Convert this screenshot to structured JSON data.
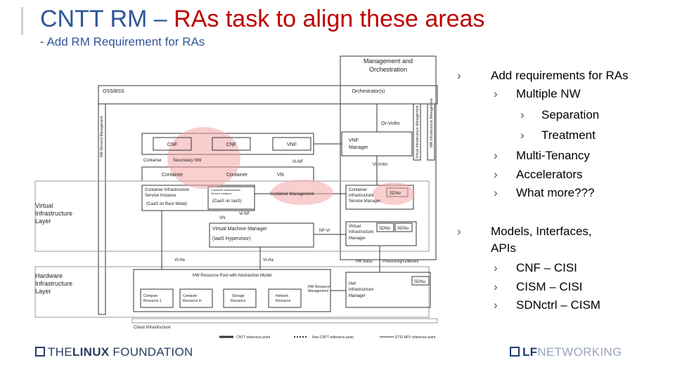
{
  "slide": {
    "title_main": "CNTT RM – ",
    "title_accent": "RAs task to align these areas",
    "subtitle": "- Add RM Requirement for RAs"
  },
  "diagram": {
    "mano_label_1": "Management and",
    "mano_label_2": "Orchestration",
    "oss_bss": "OSS/BSS",
    "orchestrator": "Orchestrator(s)",
    "nw_mgmt_left": "NW Element Management",
    "vim_label": "Virtual Infrastructure Management",
    "nw_infra_mgmt": "NW Infrastructure Management",
    "or_vnfm": "Or-Vnfm",
    "cnf1": "CNF",
    "cnf2": "CNF",
    "vnf": "VNF",
    "vnf_manager_1": "VNF",
    "vnf_manager_2": "Manager",
    "container": "Container",
    "secondary_nw": "Secondary NW",
    "vi_nf": "Vi-NF",
    "vi_vnfm": "Vi-Vnfm",
    "container_a": "Container",
    "container_b": "Container",
    "vn": "VN",
    "cis_1": "Container Infrastructure",
    "cis_2": "Service Instance",
    "caas_bare": "(CaaS on Bare Metal)",
    "cis_vm_1": "Container Infrastructure",
    "cis_vm_2": "Service Instance",
    "caas_iaas": "(CaaS on IaaS)",
    "container_mgmt": "Container Management",
    "cism_1": "Container",
    "cism_2": "Infrastructure",
    "cism_3": "Service Manager",
    "sdno": "SDNo",
    "virtual_layer_1": "Virtual",
    "virtual_layer_2": "Infrastructure",
    "virtual_layer_3": "Layer",
    "vi_nf_2": "Vi-NF",
    "vn_2": "VN",
    "vmm": "Virtual Machine Manager",
    "iaas": "(IaaS Hypervisor)",
    "nf_vi": "NF-Vi",
    "vim_1": "Virtual",
    "vim_2": "Infrastructure",
    "vim_3": "Manager",
    "sdno_2": "SDNo",
    "sdnu": "SDNu",
    "vi_ha_1": "Vi-Ha",
    "vi_ha_2": "Vi-Ha",
    "hw_status": "HW Status",
    "provisioning": "Provisioning/Fulfillment",
    "hw_layer_1": "Hardware",
    "hw_layer_2": "Infrastructure",
    "hw_layer_3": "Layer",
    "hw_pool": "HW Resource Pool with Abstraction Model",
    "compute1_1": "Compute",
    "compute1_2": "Resource 1",
    "compute2_1": "Compute",
    "compute2_2": "Resource m",
    "storage_1": "Storage",
    "storage_2": "Resource",
    "network_1": "Network",
    "network_2": "Resource",
    "hw_res_mgmt_1": "HW Resource",
    "hw_res_mgmt_2": "Management",
    "hwim_1": "HW",
    "hwim_2": "Infrastructure",
    "hwim_3": "Manager",
    "sdnu_2": "SDNu",
    "cloud_infra": "Cloud Infrastructure",
    "legend_cntt": "CNTT reference point",
    "legend_non": "Non-CNTT reference point",
    "legend_etsi": "ETSI NFV reference point"
  },
  "bullets": [
    {
      "level": 1,
      "text": "Add requirements for RAs"
    },
    {
      "level": 2,
      "text": "Multiple NW"
    },
    {
      "level": 3,
      "text": "Separation"
    },
    {
      "level": 3,
      "text": "Treatment"
    },
    {
      "level": 2,
      "text": "Multi-Tenancy"
    },
    {
      "level": 2,
      "text": "Accelerators"
    },
    {
      "level": 2,
      "text": "What more???"
    },
    {
      "level": 1,
      "text": "Models, Interfaces,"
    },
    {
      "level": 1,
      "text": "APIs"
    },
    {
      "level": 2,
      "text": "CNF – CISI"
    },
    {
      "level": 2,
      "text": "CISM – CISI"
    },
    {
      "level": 2,
      "text": "SDNctrl – CISM"
    }
  ],
  "footer": {
    "left_prefix": "THE",
    "left_bold": "LINUX",
    "left_suffix": " FOUNDATION",
    "right_prefix": "LF",
    "right_suffix": "NETWORKING"
  },
  "colors": {
    "title_blue": "#2f5597",
    "title_red": "#c00000",
    "highlight": "#f4a6a6"
  }
}
